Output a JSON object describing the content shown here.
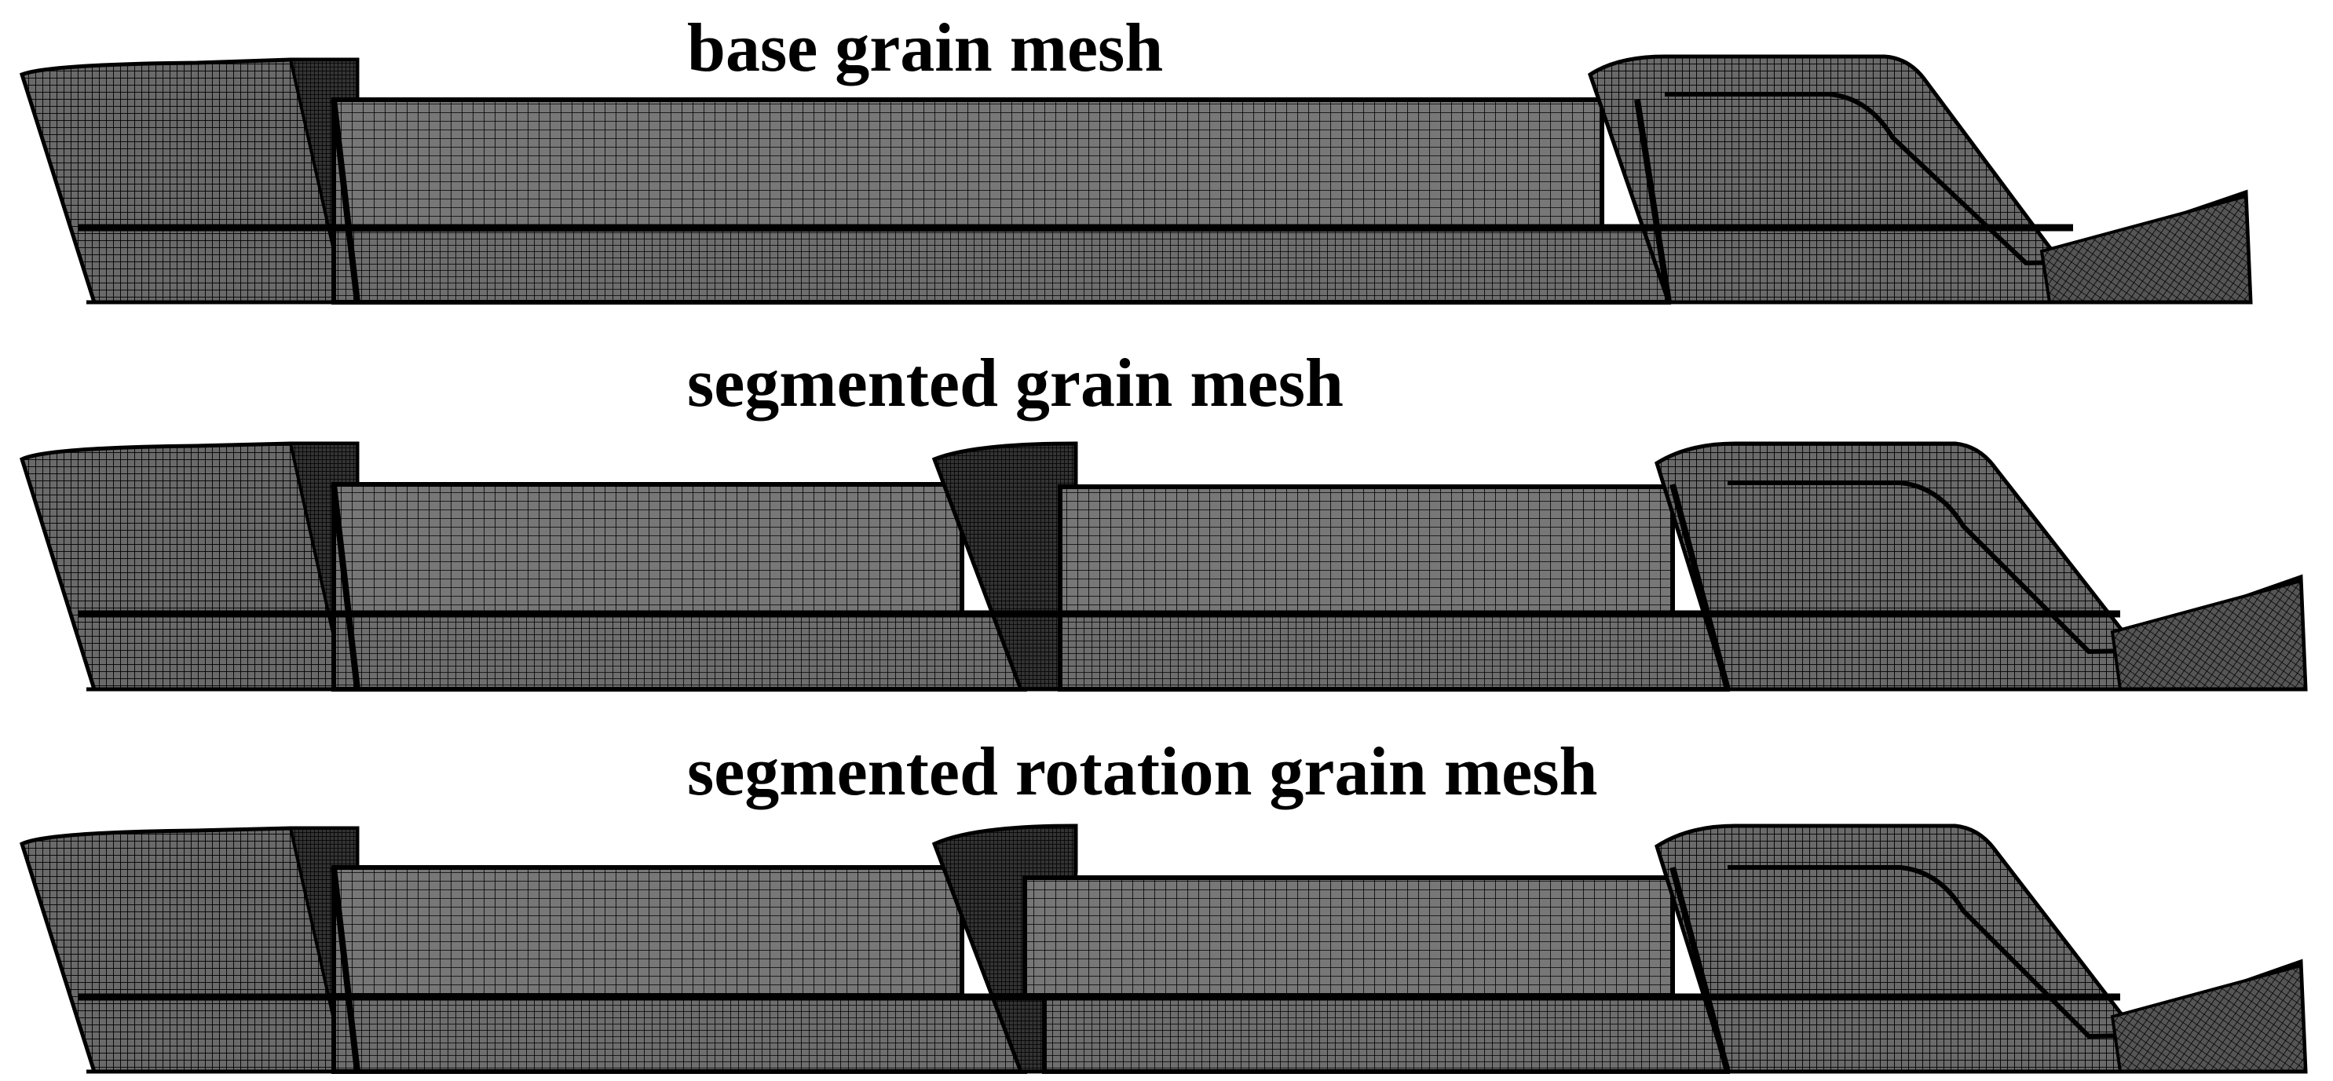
{
  "panels": [
    {
      "title": "base grain mesh"
    },
    {
      "title": "segmented grain mesh"
    },
    {
      "title": "segmented rotation grain mesh"
    }
  ],
  "colors": {
    "background": "#ffffff",
    "mesh_fill": "#5a5a5a",
    "grid_line": "#000000",
    "boundary": "#000000"
  }
}
